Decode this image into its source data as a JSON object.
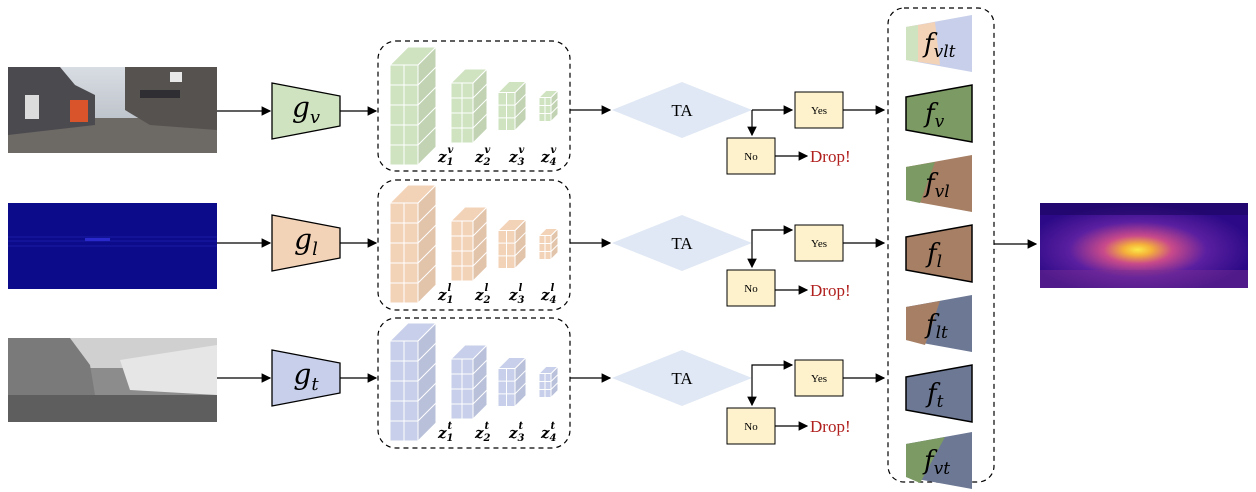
{
  "encoders": [
    {
      "symbol": "g",
      "subscript": "v",
      "color": "#cfe3c0"
    },
    {
      "symbol": "g",
      "subscript": "l",
      "color": "#f3d3b8"
    },
    {
      "symbol": "g",
      "subscript": "t",
      "color": "#c7cfea"
    }
  ],
  "feature_labels": [
    [
      {
        "base": "z",
        "sub": "1",
        "sup": "v"
      },
      {
        "base": "z",
        "sub": "2",
        "sup": "v"
      },
      {
        "base": "z",
        "sub": "3",
        "sup": "v"
      },
      {
        "base": "z",
        "sub": "4",
        "sup": "v"
      }
    ],
    [
      {
        "base": "z",
        "sub": "1",
        "sup": "l"
      },
      {
        "base": "z",
        "sub": "2",
        "sup": "l"
      },
      {
        "base": "z",
        "sub": "3",
        "sup": "l"
      },
      {
        "base": "z",
        "sub": "4",
        "sup": "l"
      }
    ],
    [
      {
        "base": "z",
        "sub": "1",
        "sup": "t"
      },
      {
        "base": "z",
        "sub": "2",
        "sup": "t"
      },
      {
        "base": "z",
        "sub": "3",
        "sup": "t"
      },
      {
        "base": "z",
        "sub": "4",
        "sup": "t"
      }
    ]
  ],
  "ta_label": "TA",
  "yes_label": "Yes",
  "no_label": "No",
  "drop_label": "Drop!",
  "decoders": [
    {
      "symbol": "f",
      "subscript": "vlt"
    },
    {
      "symbol": "f",
      "subscript": "v"
    },
    {
      "symbol": "f",
      "subscript": "vl"
    },
    {
      "symbol": "f",
      "subscript": "l"
    },
    {
      "symbol": "f",
      "subscript": "lt"
    },
    {
      "symbol": "f",
      "subscript": "t"
    },
    {
      "symbol": "f",
      "subscript": "vt"
    }
  ],
  "colors": {
    "rgb": "#cfe3c0",
    "rgb_dark": "#7c9a63",
    "lidar": "#f3d3b8",
    "lidar_dark": "#a67f65",
    "thermal": "#c7cfea",
    "thermal_dark": "#6c7894",
    "ta": "#dfe8f4",
    "yes_no": "#fdf2cc",
    "drop": "#b0201e"
  }
}
